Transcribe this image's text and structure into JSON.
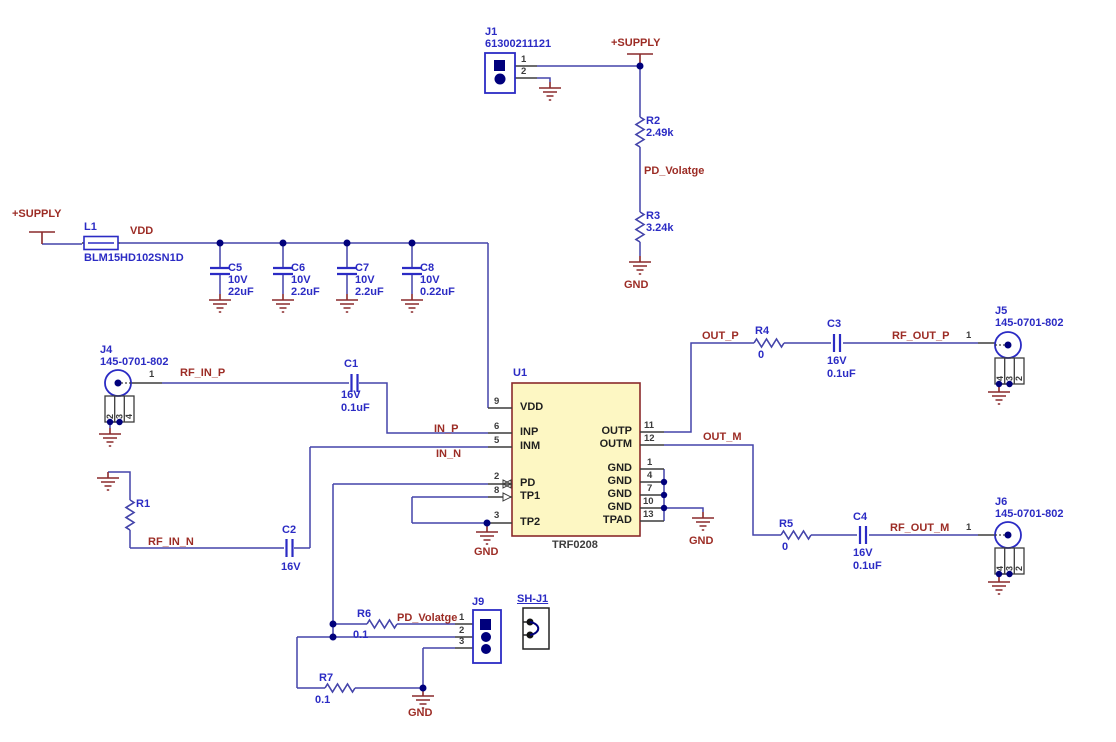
{
  "colors": {
    "wire": "#4444aa",
    "designator_text": "#2b2bc4",
    "net_label_text": "#9c2c25",
    "ground_symbol": "#8a2a2b",
    "chip_fill": "#fdf7c3",
    "chip_border": "#8a2a2b",
    "junction_dot": "#00007c",
    "pin_text": "#3c3c3c"
  },
  "nets": {
    "supply": "+SUPPLY",
    "vdd": "VDD",
    "gnd": "GND",
    "pd_voltage": "PD_Volatge",
    "rf_in_p": "RF_IN_P",
    "rf_in_n": "RF_IN_N",
    "in_p": "IN_P",
    "in_n": "IN_N",
    "out_p": "OUT_P",
    "out_m": "OUT_M",
    "rf_out_p": "RF_OUT_P",
    "rf_out_m": "RF_OUT_M"
  },
  "components": {
    "j1": {
      "ref": "J1",
      "part": "61300211121",
      "pins": [
        "1",
        "2"
      ]
    },
    "l1": {
      "ref": "L1",
      "part": "BLM15HD102SN1D"
    },
    "c1": {
      "ref": "C1",
      "voltage": "16V",
      "value": "0.1uF"
    },
    "c2": {
      "ref": "C2",
      "voltage": "16V"
    },
    "c3": {
      "ref": "C3",
      "voltage": "16V",
      "value": "0.1uF"
    },
    "c4": {
      "ref": "C4",
      "voltage": "16V",
      "value": "0.1uF"
    },
    "c5": {
      "ref": "C5",
      "voltage": "10V",
      "value": "22uF"
    },
    "c6": {
      "ref": "C6",
      "voltage": "10V",
      "value": "2.2uF"
    },
    "c7": {
      "ref": "C7",
      "voltage": "10V",
      "value": "2.2uF"
    },
    "c8": {
      "ref": "C8",
      "voltage": "10V",
      "value": "0.22uF"
    },
    "r1": {
      "ref": "R1"
    },
    "r2": {
      "ref": "R2",
      "value": "2.49k"
    },
    "r3": {
      "ref": "R3",
      "value": "3.24k"
    },
    "r4": {
      "ref": "R4",
      "value": "0"
    },
    "r5": {
      "ref": "R5",
      "value": "0"
    },
    "r6": {
      "ref": "R6",
      "value": "0.1"
    },
    "r7": {
      "ref": "R7",
      "value": "0.1"
    },
    "j4": {
      "ref": "J4",
      "part": "145-0701-802",
      "pin1": "1",
      "gnd_pins": [
        "2",
        "3",
        "4"
      ]
    },
    "j5": {
      "ref": "J5",
      "part": "145-0701-802",
      "pin1": "1",
      "gnd_pins": [
        "4",
        "3",
        "2"
      ]
    },
    "j6": {
      "ref": "J6",
      "part": "145-0701-802",
      "pin1": "1",
      "gnd_pins": [
        "4",
        "3",
        "2"
      ]
    },
    "j9": {
      "ref": "J9",
      "pins": [
        "1",
        "2",
        "3"
      ]
    },
    "sh_j1": {
      "ref": "SH-J1"
    },
    "u1": {
      "ref": "U1",
      "part": "TRF0208",
      "pins_left": [
        {
          "num": "9",
          "name": "VDD"
        },
        {
          "num": "6",
          "name": "INP"
        },
        {
          "num": "5",
          "name": "INM"
        },
        {
          "num": "2",
          "name": "PD"
        },
        {
          "num": "8",
          "name": "TP1"
        },
        {
          "num": "3",
          "name": "TP2"
        }
      ],
      "pins_right": [
        {
          "num": "11",
          "name": "OUTP"
        },
        {
          "num": "12",
          "name": "OUTM"
        },
        {
          "num": "1",
          "name": "GND"
        },
        {
          "num": "4",
          "name": "GND"
        },
        {
          "num": "7",
          "name": "GND"
        },
        {
          "num": "10",
          "name": "GND"
        },
        {
          "num": "13",
          "name": "TPAD"
        }
      ]
    }
  }
}
